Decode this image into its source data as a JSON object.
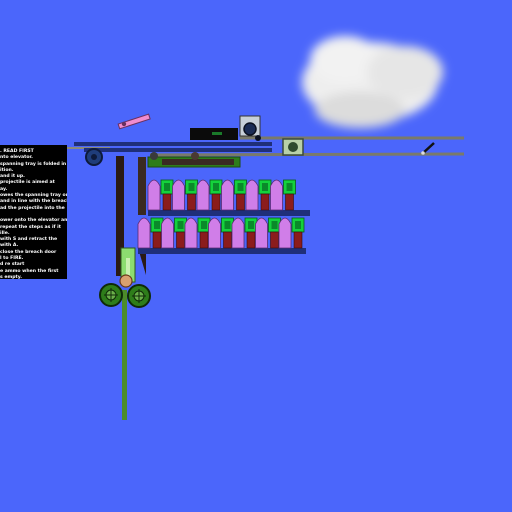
{
  "scene": {
    "background_color": "#4b66fb",
    "cloud_color": "#eeeeee",
    "rail_color": "#7a7a6a",
    "shell_color": "#d07ee8",
    "clip_color": "#14d23c",
    "casing_color": "#8b1c1c",
    "tray_color": "#1f2f7a",
    "wheel_color": "#2e7d1a",
    "pole_color": "#4c8c2a",
    "frame_color": "#3a2a22"
  },
  "instructions_panel": {
    "lines": [
      ". READ FIRST",
      "nto elevator.",
      "spanning tray is folded in",
      "ition.",
      "and it up.",
      "projectile is aimed at",
      "ay.",
      "owes the spanning tray out",
      "and in line with the breach.",
      "ad the projectile into the",
      "",
      "ower onto the elevator and",
      "repeat the steps as if it",
      "ille.",
      "with S and retract the",
      "with A.",
      "close the breach door",
      "l to FIRE.",
      "d re start",
      "e ammo when the first",
      "s empty."
    ]
  },
  "ammo_rack": {
    "upper_row_count": 6,
    "lower_row_count": 7
  }
}
